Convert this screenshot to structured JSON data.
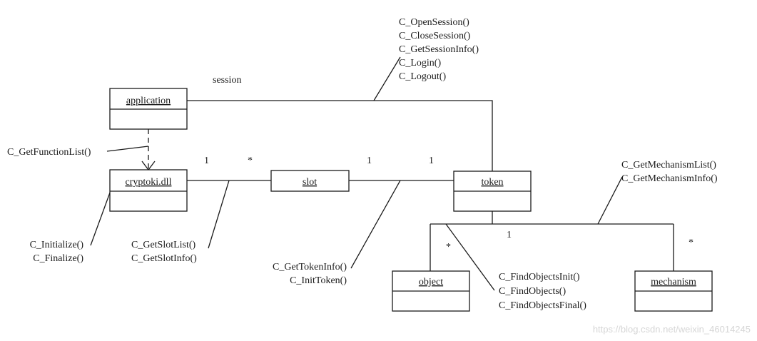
{
  "classes": {
    "application": "application",
    "cryptoki": "cryptoki.dll",
    "slot": "slot",
    "token": "token",
    "object": "object",
    "mechanism": "mechanism"
  },
  "relation": {
    "session": "session"
  },
  "multiplicity": {
    "cryptoki_slot_one": "1",
    "cryptoki_slot_many": "*",
    "slot_token_left": "1",
    "slot_token_right": "1",
    "token_children_one": "1",
    "object_many": "*",
    "mechanism_many": "*"
  },
  "functions": {
    "session": [
      "C_OpenSession()",
      "C_CloseSession()",
      "C_GetSessionInfo()",
      "C_Login()",
      "C_Logout()"
    ],
    "function_list": [
      "C_GetFunctionList()"
    ],
    "init": [
      "C_Initialize()",
      "C_Finalize()"
    ],
    "slot": [
      "C_GetSlotList()",
      "C_GetSlotInfo()"
    ],
    "token": [
      "C_GetTokenInfo()",
      "C_InitToken()"
    ],
    "mechanism": [
      "C_GetMechanismList()",
      "C_GetMechanismInfo()"
    ],
    "objects": [
      "C_FindObjectsInit()",
      "C_FindObjects()",
      "C_FindObjectsFinal()"
    ]
  },
  "watermark": "https://blog.csdn.net/weixin_46014245"
}
